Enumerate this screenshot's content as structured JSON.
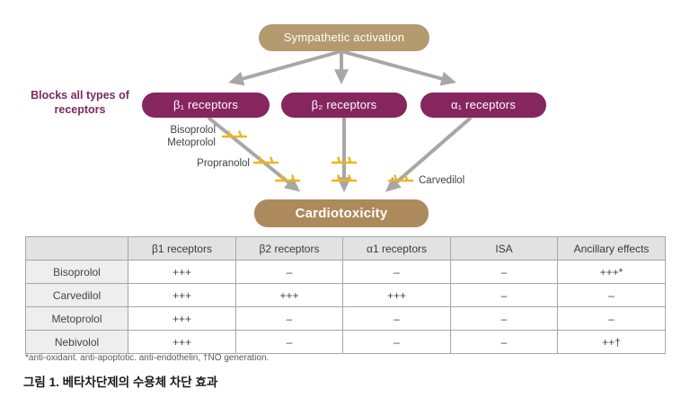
{
  "diagram": {
    "side_label": "Blocks all types of receptors",
    "nodes": {
      "sympathetic": "Sympathetic activation",
      "beta1": "β₁ receptors",
      "beta2": "β₂ receptors",
      "alpha1": "α₁ receptors",
      "cardiotoxicity": "Cardiotoxicity"
    },
    "drug_labels": {
      "bisoprolol": "Bisoprolol",
      "metoprolol": "Metoprolol",
      "propranolol": "Propranolol",
      "carvedilol": "Carvedilol"
    },
    "colors": {
      "node_tan": "#b49a6e",
      "node_tan_dark": "#ad8a5c",
      "node_purple": "#85265f",
      "side_label_purple": "#7c2a5c",
      "arrow_gray": "#a7a7a7",
      "inhibitor_yellow": "#edb51e"
    }
  },
  "table": {
    "columns": [
      "",
      "β1 receptors",
      "β2 receptors",
      "α1 receptors",
      "ISA",
      "Ancillary effects"
    ],
    "rows": [
      {
        "drug": "Bisoprolol",
        "values": [
          "+++",
          "–",
          "–",
          "–",
          "+++*"
        ]
      },
      {
        "drug": "Carvedilol",
        "values": [
          "+++",
          "+++",
          "+++",
          "–",
          "–"
        ]
      },
      {
        "drug": "Metoprolol",
        "values": [
          "+++",
          "–",
          "–",
          "–",
          "–"
        ]
      },
      {
        "drug": "Nebivolol",
        "values": [
          "+++",
          "–",
          "–",
          "–",
          "++†"
        ]
      }
    ]
  },
  "footnote": "*anti-oxidant. anti-apoptotic. anti-endothelin, †NO generation.",
  "caption": "그림 1. 베타차단제의 수용체 차단 효과"
}
